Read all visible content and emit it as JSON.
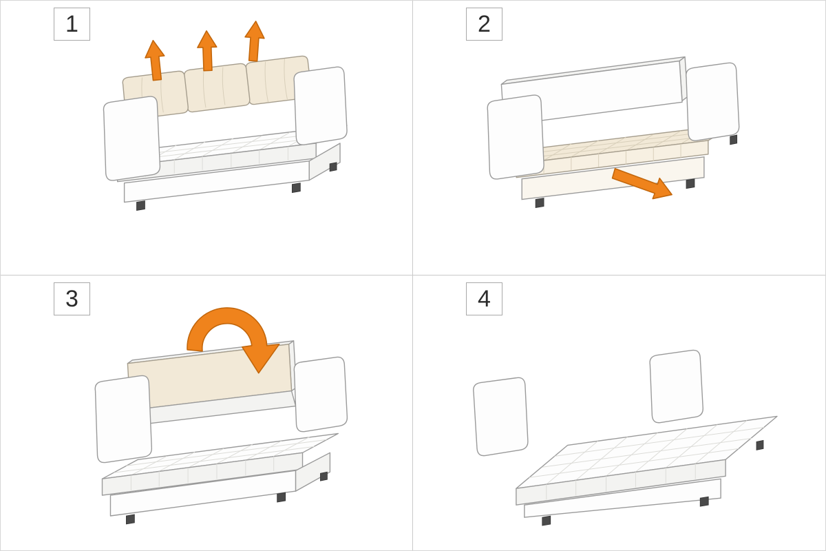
{
  "steps": [
    {
      "label": "1",
      "arrow_icon": "lift-up-arrows-icon"
    },
    {
      "label": "2",
      "arrow_icon": "pull-out-arrow-icon"
    },
    {
      "label": "3",
      "arrow_icon": "fold-down-arrow-icon"
    },
    {
      "label": "4",
      "arrow_icon": ""
    }
  ],
  "colors": {
    "arrow": "#EF831C",
    "arrow_dark": "#C2660B",
    "cushion_cream": "#F2E9D7",
    "sofa_white": "#FDFDFD",
    "outline_gray": "#9A9A9A",
    "divider_gray": "#C9C9C9"
  }
}
